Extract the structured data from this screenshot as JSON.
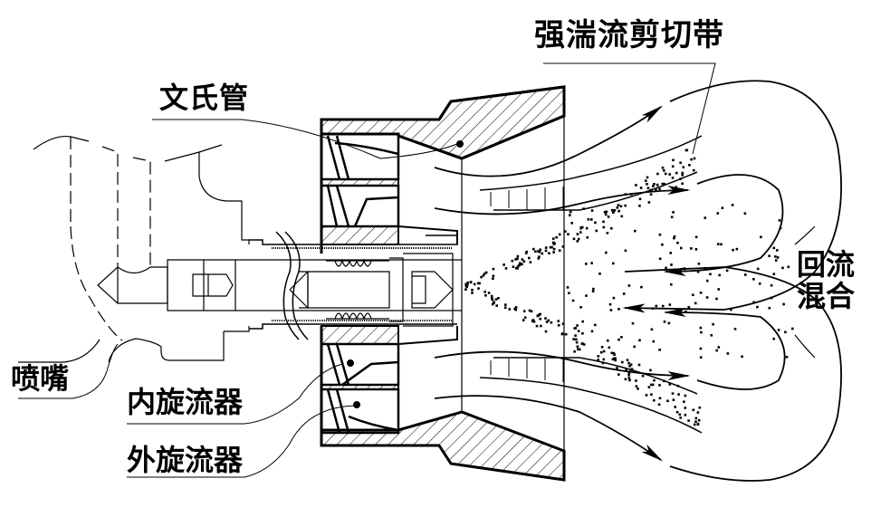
{
  "diagram": {
    "title": "Fuel nozzle with dual swirler and venturi — flow field schematic",
    "labels": {
      "venturi": "文氏管",
      "nozzle": "喷嘴",
      "inner_swirler": "内旋流器",
      "outer_swirler": "外旋流器",
      "shear_band": "强湍流剪切带",
      "recirculation": "回流混合"
    },
    "components": [
      {
        "id": "nozzle",
        "name": "Fuel nozzle body"
      },
      {
        "id": "venturi",
        "name": "Venturi tube"
      },
      {
        "id": "inner-swirler",
        "name": "Inner swirler"
      },
      {
        "id": "outer-swirler",
        "name": "Outer swirler"
      },
      {
        "id": "spring",
        "name": "Valve spring"
      },
      {
        "id": "shear-band",
        "name": "Strong turbulent shear band"
      },
      {
        "id": "recirculation-zone",
        "name": "Recirculation mixing zone"
      }
    ],
    "colors": {
      "line": "#000000",
      "background": "#ffffff"
    }
  }
}
